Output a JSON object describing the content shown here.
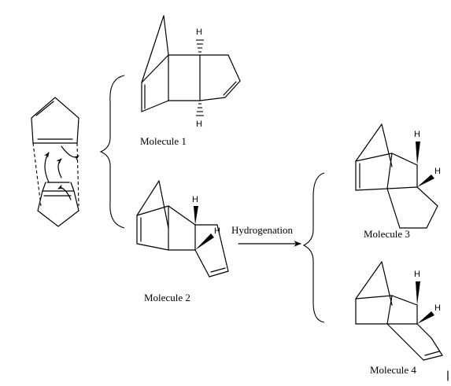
{
  "labels": {
    "molecule_1": "Molecule 1",
    "molecule_2": "Molecule 2",
    "molecule_3": "Molecule 3",
    "molecule_4": "Molecule 4",
    "reaction": "Hydrogenation"
  },
  "atoms": {
    "hydrogen": "H"
  }
}
